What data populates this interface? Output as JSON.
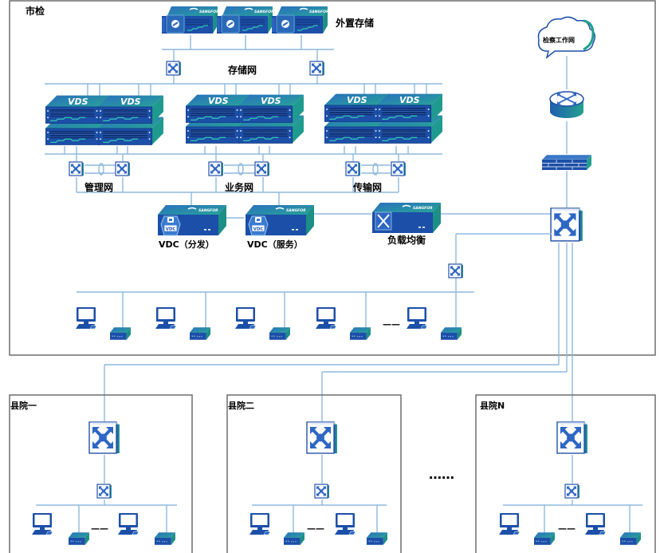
{
  "colors": {
    "device_blue": "#1c4fa8",
    "device_dark": "#153e8a",
    "device_teal": "#1f9a8f",
    "link_line": "#8fb8dd",
    "frame_gray": "#6e6e6e"
  },
  "city": {
    "title": "市检",
    "storage_label": "外置存储",
    "storage_brand": "SANGFOR",
    "storage_net_label": "存储网",
    "server_badge": "VDS",
    "networks": [
      "管理网",
      "业务网",
      "传输网"
    ],
    "vdc_badge": "VDC",
    "vdc_devices": [
      "VDC（分发）",
      "VDC（服务）"
    ],
    "load_balancer_label": "负载均衡",
    "cloud_label": "检察工作网",
    "ellipsis": "——"
  },
  "counties": [
    {
      "title": "县院一",
      "ellipsis": "——"
    },
    {
      "title": "县院二",
      "ellipsis": "——"
    },
    {
      "title": "县院N",
      "ellipsis": "——"
    }
  ],
  "between_counties": "……"
}
